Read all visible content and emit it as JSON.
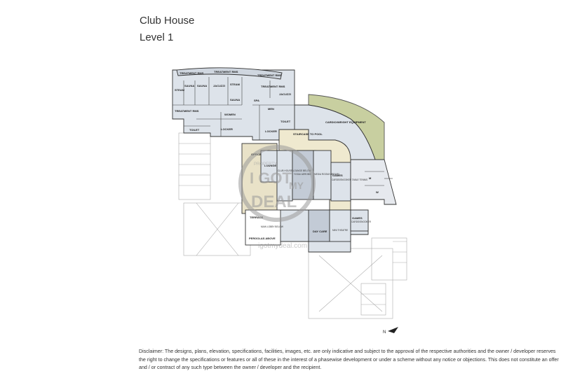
{
  "header": {
    "title": "Club House",
    "subtitle": "Level 1"
  },
  "rooms": {
    "treatment_rms_1": "TREATMENT RMS",
    "treatment_rms_2": "TREATMENT RMS",
    "treatment_rms_3": "TREATMENT RMS",
    "sauna_1": "SAUNA",
    "steam_1": "STEAM",
    "sauna_2": "SAUNA",
    "jacuzzi_1": "JACUZZI",
    "steam_2": "STEAM",
    "treatment_rms_4": "TREATMENT RMS",
    "jacuzzi_2": "JACUZZI",
    "sauna_3": "SAUNA",
    "spa": "SPA",
    "treatment_rms_5": "TREATMENT RMS",
    "women": "WOMEN",
    "men": "MEN",
    "toilet_1": "TOILET",
    "toilet_2": "TOILET",
    "locker_1": "LOCKER",
    "locker_2": "LOCKER",
    "staircase": "STAIRCASE TO POOL",
    "cardio": "CARDIO/WEIGHT EQUIPMENT",
    "office": "OFFICE",
    "lounge": "LOUNGE",
    "club_house_lounge": "CLUB HOUSE LOUNGE BELOW",
    "yoga": "YOGA/ AEROBIC",
    "media_room": "MEDIA ROOM/ LIBRARY",
    "games_1": "GAMES",
    "games_1_sub": "CARDS/SNOOKER TABLE TENNIS",
    "m": "M",
    "w": "W",
    "terrace": "TERRACE",
    "main_lobby": "MAIN LOBBY BELOW",
    "pergolas": "PERGOLAS ABOVE",
    "day_care": "DAY CARE",
    "mini_theatre": "MINI THEATRE",
    "games_2": "GAMES",
    "games_2_sub": "CARDS/SNOOKER"
  },
  "watermark": {
    "text1": "I GOT",
    "text2": "MY",
    "text3": "DEAL",
    "url": "igotmydeal.com",
    "ring": "PROPERTY"
  },
  "north": "N",
  "disclaimer": "Disclaimer: The designs, plans, elevation, specifications, facilities, images, etc. are only indicative and subject to the approval of the respective authorities and the owner / developer reserves the right to change the specifications or features or all of these in the interest of a phasewise development or under a scheme without any notice or objections. This does not constitute an offer and / or contract of any such type between the owner / developer and the recipient.",
  "colors": {
    "room_fill": "#dde3ea",
    "corridor_fill": "#efe9cf",
    "garden_fill": "#c8cfa0",
    "wall": "#333333"
  }
}
